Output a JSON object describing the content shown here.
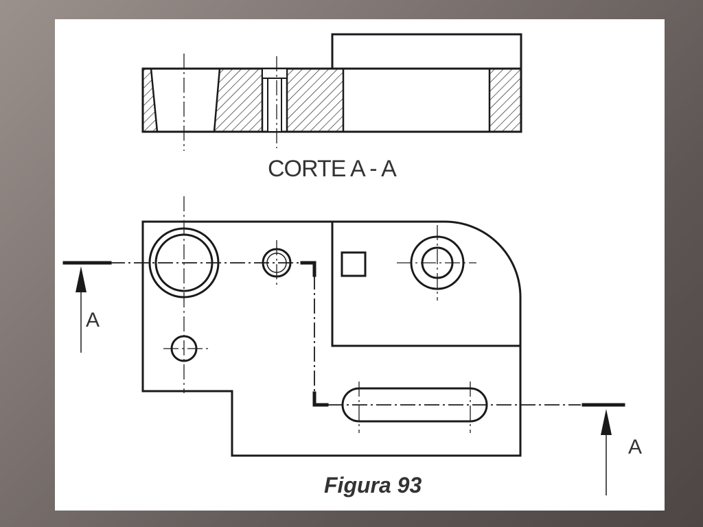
{
  "section_title": "CORTE A - A",
  "figure_caption": "Figura 93",
  "cut_arrow_left_label": "A",
  "cut_arrow_right_label": "A",
  "colors": {
    "background": "#6b6361",
    "sheet": "#ffffff",
    "line": "#1a1a1a",
    "text": "#333333"
  }
}
